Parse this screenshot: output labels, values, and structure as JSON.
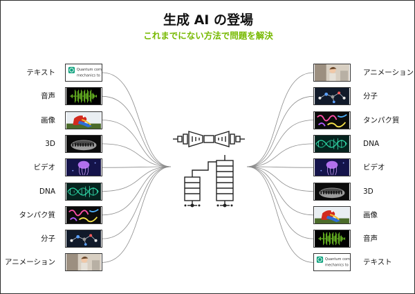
{
  "header": {
    "title": "生成 AI の登場",
    "subtitle": "これまでにない方法で問題を解決"
  },
  "colors": {
    "accent_green": "#76b900",
    "line_gray": "#8a8a8a"
  },
  "inputs": [
    {
      "label": "テキスト",
      "thumb": "text"
    },
    {
      "label": "音声",
      "thumb": "audio"
    },
    {
      "label": "画像",
      "thumb": "parrot"
    },
    {
      "label": "3D",
      "thumb": "colosseum"
    },
    {
      "label": "ビデオ",
      "thumb": "jellyfish"
    },
    {
      "label": "DNA",
      "thumb": "dna"
    },
    {
      "label": "タンパク質",
      "thumb": "protein"
    },
    {
      "label": "分子",
      "thumb": "molecule"
    },
    {
      "label": "アニメーション",
      "thumb": "animation"
    }
  ],
  "outputs": [
    {
      "label": "アニメーション",
      "thumb": "animation"
    },
    {
      "label": "分子",
      "thumb": "molecule"
    },
    {
      "label": "タンパク質",
      "thumb": "protein"
    },
    {
      "label": "DNA",
      "thumb": "dna"
    },
    {
      "label": "ビデオ",
      "thumb": "jellyfish"
    },
    {
      "label": "3D",
      "thumb": "colosseum"
    },
    {
      "label": "画像",
      "thumb": "parrot"
    },
    {
      "label": "音声",
      "thumb": "audio"
    },
    {
      "label": "テキスト",
      "thumb": "text"
    }
  ],
  "thumb_text": {
    "line1": "Quantum com",
    "line2": "mechanics to"
  }
}
